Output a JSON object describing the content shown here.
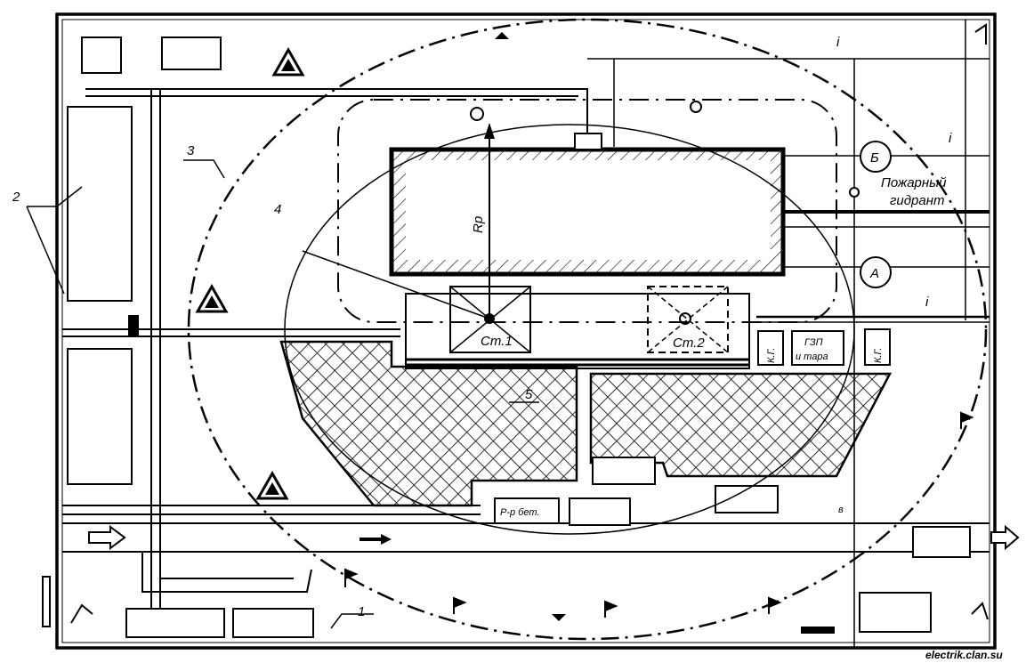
{
  "labels": {
    "n1": "1",
    "n2": "2",
    "n3": "3",
    "n4": "4",
    "n5": "5",
    "crane_radius": "Rр",
    "crane1": "Ст.1",
    "crane2": "Ст.2",
    "kg1": "К.Г.",
    "kg2": "К.Г.",
    "gzp_line1": "ГЗП",
    "gzp_line2": "и тара",
    "concrete_mix": "Р-р бет.",
    "hydrant_line1": "Пожарный",
    "hydrant_line2": "гидрант",
    "point_b": "Б",
    "point_a": "А",
    "slope_top": "i",
    "slope_mid": "i",
    "slope_right": "i",
    "mark_v": "в",
    "watermark": "electrik.clan.su"
  },
  "colors": {
    "ink": "#000000",
    "paper": "#ffffff"
  },
  "icons": [
    "warning-sign-icon",
    "direction-arrow-icon",
    "flag-icon",
    "lamp-icon",
    "crane-center-icon"
  ]
}
